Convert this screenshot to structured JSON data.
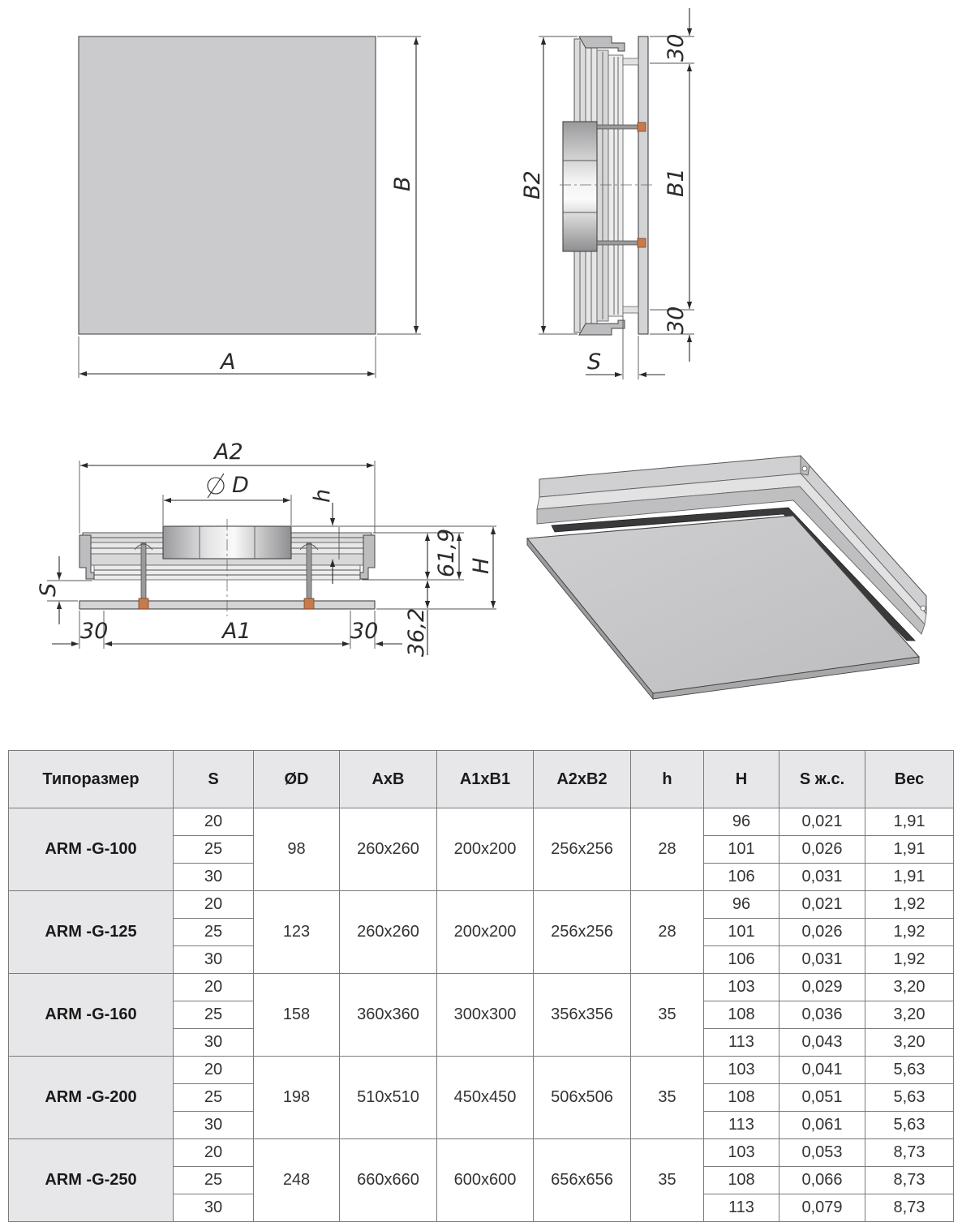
{
  "drawing": {
    "front": {
      "width_label": "A",
      "height_label": "B"
    },
    "side": {
      "height_label": "B2",
      "inner_label": "B1",
      "top_offset": "30",
      "bottom_offset": "30",
      "gap_label": "S"
    },
    "section": {
      "width_label": "A2",
      "diameter_label": "D",
      "neck_label": "h",
      "height_label": "H",
      "upper_height": "61,9",
      "lower_height": "36,2",
      "gap_label": "S",
      "left_offset": "30",
      "inner_width_label": "A1",
      "right_offset": "30"
    }
  },
  "table": {
    "headers": [
      "Типоразмер",
      "S",
      "ØD",
      "AxB",
      "A1xB1",
      "A2xB2",
      "h",
      "H",
      "S ж.с.",
      "Вес"
    ],
    "groups": [
      {
        "model": "ARM -G-100",
        "d": "98",
        "axb": "260x260",
        "a1b1": "200x200",
        "a2b2": "256x256",
        "h": "28",
        "rows": [
          {
            "s": "20",
            "H": "96",
            "area": "0,021",
            "weight": "1,91"
          },
          {
            "s": "25",
            "H": "101",
            "area": "0,026",
            "weight": "1,91"
          },
          {
            "s": "30",
            "H": "106",
            "area": "0,031",
            "weight": "1,91"
          }
        ]
      },
      {
        "model": "ARM -G-125",
        "d": "123",
        "axb": "260x260",
        "a1b1": "200x200",
        "a2b2": "256x256",
        "h": "28",
        "rows": [
          {
            "s": "20",
            "H": "96",
            "area": "0,021",
            "weight": "1,92"
          },
          {
            "s": "25",
            "H": "101",
            "area": "0,026",
            "weight": "1,92"
          },
          {
            "s": "30",
            "H": "106",
            "area": "0,031",
            "weight": "1,92"
          }
        ]
      },
      {
        "model": "ARM -G-160",
        "d": "158",
        "axb": "360x360",
        "a1b1": "300x300",
        "a2b2": "356x356",
        "h": "35",
        "rows": [
          {
            "s": "20",
            "H": "103",
            "area": "0,029",
            "weight": "3,20"
          },
          {
            "s": "25",
            "H": "108",
            "area": "0,036",
            "weight": "3,20"
          },
          {
            "s": "30",
            "H": "113",
            "area": "0,043",
            "weight": "3,20"
          }
        ]
      },
      {
        "model": "ARM -G-200",
        "d": "198",
        "axb": "510x510",
        "a1b1": "450x450",
        "a2b2": "506x506",
        "h": "35",
        "rows": [
          {
            "s": "20",
            "H": "103",
            "area": "0,041",
            "weight": "5,63"
          },
          {
            "s": "25",
            "H": "108",
            "area": "0,051",
            "weight": "5,63"
          },
          {
            "s": "30",
            "H": "113",
            "area": "0,061",
            "weight": "5,63"
          }
        ]
      },
      {
        "model": "ARM -G-250",
        "d": "248",
        "axb": "660x660",
        "a1b1": "600x600",
        "a2b2": "656x656",
        "h": "35",
        "rows": [
          {
            "s": "20",
            "H": "103",
            "area": "0,053",
            "weight": "8,73"
          },
          {
            "s": "25",
            "H": "108",
            "area": "0,066",
            "weight": "8,73"
          },
          {
            "s": "30",
            "H": "113",
            "area": "0,079",
            "weight": "8,73"
          }
        ]
      }
    ]
  }
}
